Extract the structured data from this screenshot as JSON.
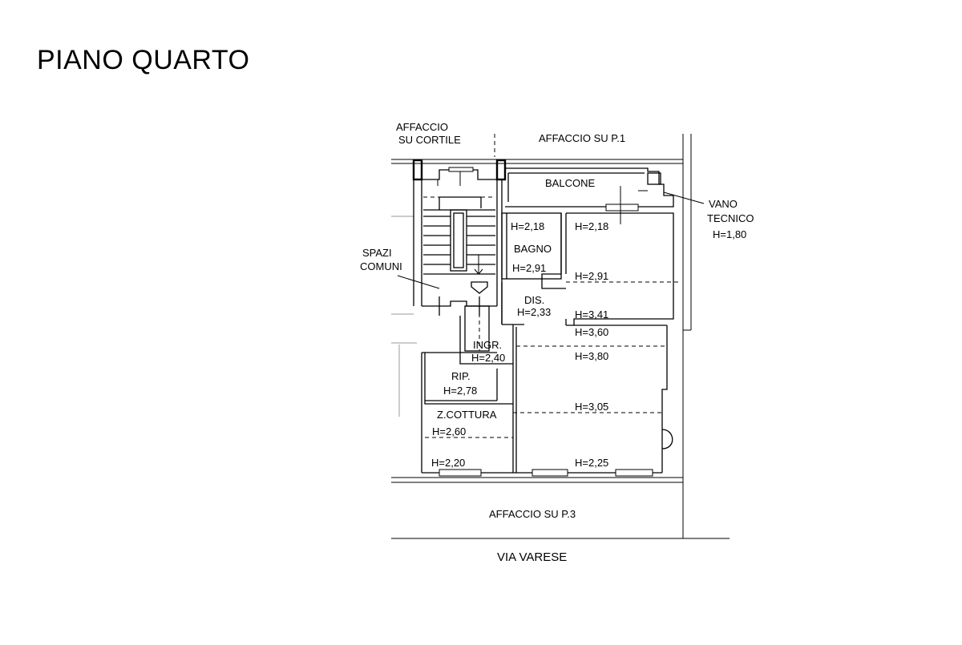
{
  "title": "PIANO QUARTO",
  "street": "VIA VARESE",
  "labels": {
    "affaccio_cortile_1": "AFFACCIO",
    "affaccio_cortile_2": "SU CORTILE",
    "affaccio_p1": "AFFACCIO SU P.1",
    "affaccio_p3": "AFFACCIO SU P.3",
    "balcone": "BALCONE",
    "vano_1": "VANO",
    "vano_2": "TECNICO",
    "vano_h": "H=1,80",
    "spazi_1": "SPAZI",
    "spazi_2": "COMUNI",
    "bagno": "BAGNO",
    "dis": "DIS.",
    "ingr": "INGR.",
    "rip": "RIP.",
    "zcottura": "Z.COTTURA"
  },
  "heights": {
    "bagno_top": "H=2,18",
    "room_top": "H=2,18",
    "bagno_low": "H=2,91",
    "room_291": "H=2,91",
    "dis": "H=2,33",
    "room_341": "H=3,41",
    "room_360": "H=3,60",
    "ingr": "H=2,40",
    "room_380": "H=3,80",
    "rip": "H=2,78",
    "room_305": "H=3,05",
    "zc_260": "H=2,60",
    "zc_220": "H=2,20",
    "room_225": "H=2,25"
  }
}
